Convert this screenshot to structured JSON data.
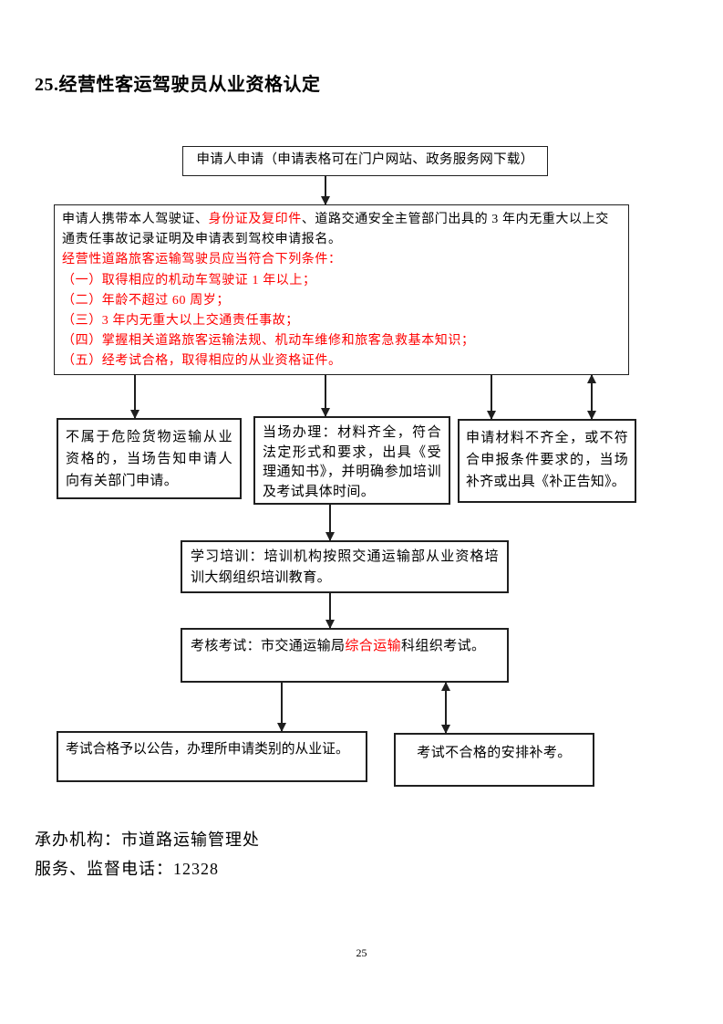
{
  "page": {
    "title": "25.经营性客运驾驶员从业资格认定",
    "number": "25"
  },
  "flowchart": {
    "apply": {
      "text": "申请人申请（申请表格可在门户网站、政务服务网下载）"
    },
    "requirements": {
      "intro_black1": "申请人携带本人驾驶证、",
      "intro_red": "身份证及复印件",
      "intro_black2": "、道路交通安全主管部门出具的 3 年内无重大以上交通责任事故记录证明及申请表到驾校申请报名。",
      "conditions_heading": "经营性道路旅客运输驾驶员应当符合下列条件：",
      "conditions": [
        "（一）取得相应的机动车驾驶证 1 年以上；",
        "（二）年龄不超过 60 周岁；",
        "（三）3 年内无重大以上交通责任事故；",
        "（四）掌握相关道路旅客运输法规、机动车维修和旅客急救基本知识；",
        "（五）经考试合格，取得相应的从业资格证件。"
      ]
    },
    "not_eligible": {
      "text": "不属于危险货物运输从业资格的，当场告知申请人向有关部门申请。"
    },
    "onsite_handling": {
      "text": "当场办理：材料齐全，符合法定形式和要求，出具《受理通知书》，并明确参加培训及考试具体时间。"
    },
    "incomplete_materials": {
      "text": "申请材料不齐全，或不符合申报条件要求的，当场补齐或出具《补正告知》。"
    },
    "training": {
      "text": "学习培训：培训机构按照交通运输部从业资格培训大纲组织培训教育。"
    },
    "exam": {
      "black1": "考核考试：市交通运输局",
      "red": "综合运输",
      "black2": "科组织考试。"
    },
    "pass": {
      "text": "考试合格予以公告，办理所申请类别的从业证。"
    },
    "fail": {
      "text": "考试不合格的安排补考。"
    }
  },
  "footer": {
    "agency": "承办机构：市道路运输管理处",
    "hotline": "服务、监督电话：12328"
  },
  "colors": {
    "highlight_red": "#ff0000",
    "text": "#000000",
    "border": "#1f1f1f",
    "background": "#ffffff"
  }
}
